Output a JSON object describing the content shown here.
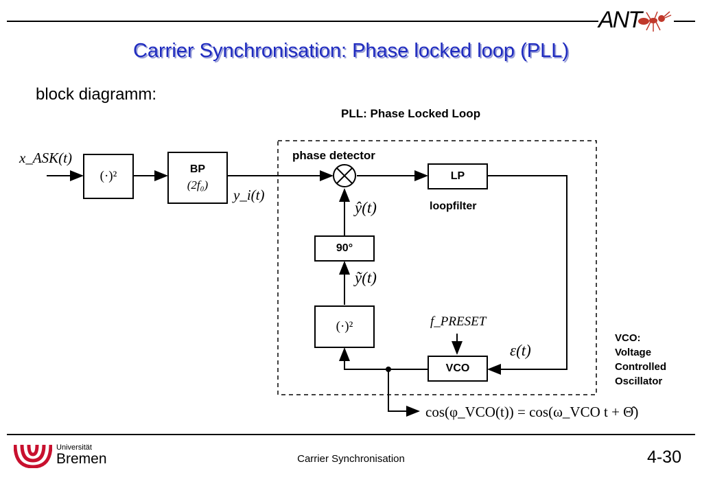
{
  "slide": {
    "title": "Carrier Synchronisation: Phase locked loop (PLL)",
    "subtitle": "block diagramm:",
    "page_number": "4-30",
    "footer_title": "Carrier Synchronisation"
  },
  "logos": {
    "ant_text": "ANT",
    "university_small": "Universität",
    "university_big": "Bremen"
  },
  "diagram": {
    "pll_caption": "PLL: Phase Locked Loop",
    "input_signal": "x_ASK(t)",
    "squarer_label": "(·)²",
    "bandpass_label": "BP",
    "bandpass_freq": "(2f₀)",
    "bp_output": "y_i(t)",
    "phase_detector_label": "phase detector",
    "lowpass_label": "LP",
    "loopfilter_label": "loopfilter",
    "error_signal": "ε(t)",
    "vco_label": "VCO",
    "f_preset": "f_PRESET",
    "phase_shift_label": "90°",
    "y_hat": "ŷ(t)",
    "y_tilde": "ỹ(t)",
    "vco_description": [
      "VCO:",
      "Voltage",
      "Controlled",
      "Oscillator"
    ],
    "output_equation": "cos(φ_VCO(t)) = cos(ω_VCO t + Θ̂)"
  },
  "colors": {
    "title": "#1f2bbf",
    "title_shadow": "#9aa0d8",
    "logo_red": "#c8102e",
    "ant_red": "#c0392b"
  }
}
